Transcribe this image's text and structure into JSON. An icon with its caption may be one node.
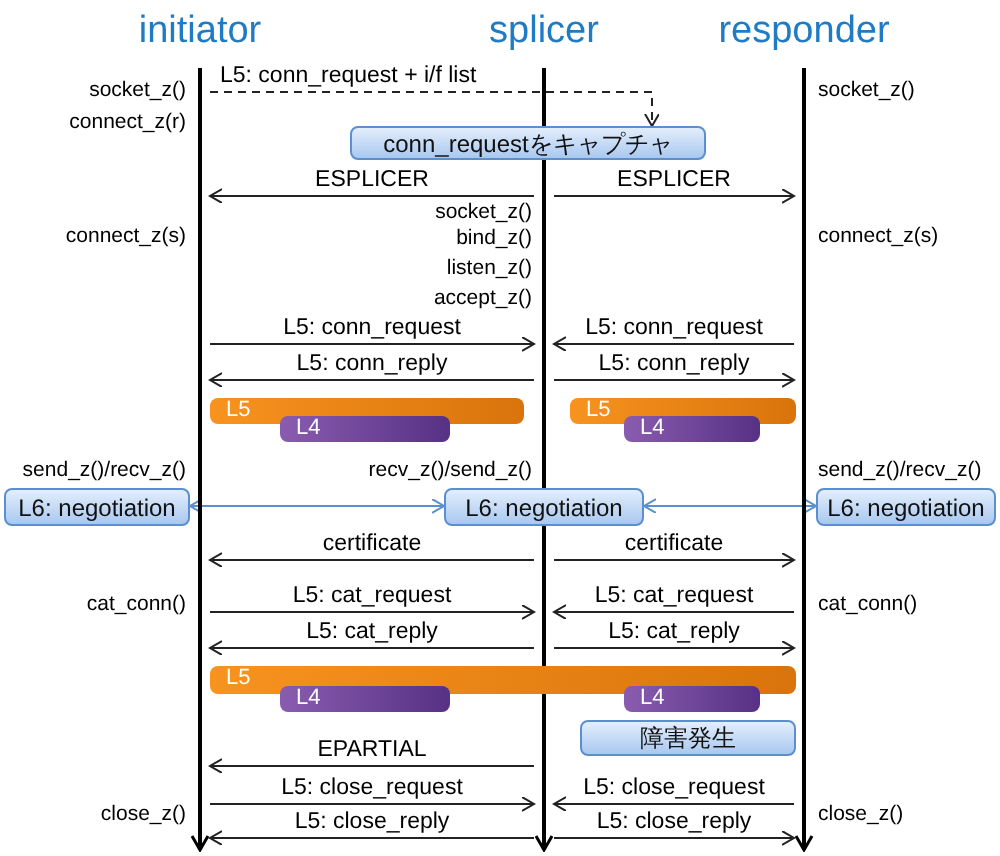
{
  "diagram": {
    "nodes": [
      {
        "text": [],
        "shape": "bar"
      },
      {
        "text": [],
        "shape": "bar"
      },
      {
        "text": [],
        "shape": "bar"
      },
      {
        "text": [
          "conn_requestをキャプチャ"
        ]
      },
      {
        "text": [
          "L5"
        ]
      },
      {
        "text": [
          "L4"
        ]
      },
      {
        "text": [
          "L5"
        ]
      },
      {
        "text": [
          "L4"
        ]
      },
      {
        "text": [
          "L6: negotiation"
        ]
      },
      {
        "text": [
          "L6: negotiation"
        ]
      },
      {
        "text": [
          "L6: negotiation"
        ]
      },
      {
        "text": [
          "L5"
        ]
      },
      {
        "text": [
          "L4"
        ]
      },
      {
        "text": [
          "L4"
        ]
      },
      {
        "text": [
          "障害発生"
        ]
      }
    ],
    "edges": [
      {
        "from": 0,
        "to": 3,
        "label": "L5: conn_request + i/f list",
        "arrow": "to",
        "style": "dashed"
      },
      {
        "from": 1,
        "to": 0,
        "label": "ESPLICER",
        "arrow": "to"
      },
      {
        "from": 1,
        "to": 2,
        "label": "ESPLICER",
        "arrow": "to"
      },
      {
        "from": 0,
        "to": 1,
        "label": "L5: conn_request",
        "arrow": "to"
      },
      {
        "from": 2,
        "to": 1,
        "label": "L5: conn_request",
        "arrow": "to"
      },
      {
        "from": 1,
        "to": 0,
        "label": "L5: conn_reply",
        "arrow": "to"
      },
      {
        "from": 1,
        "to": 2,
        "label": "L5: conn_reply",
        "arrow": "to"
      },
      {
        "from": 8,
        "to": 9,
        "arrow": "both",
        "color": "#5b8fd0"
      },
      {
        "from": 9,
        "to": 10,
        "arrow": "both",
        "color": "#5b8fd0"
      },
      {
        "from": 1,
        "to": 0,
        "label": "certificate",
        "arrow": "to"
      },
      {
        "from": 1,
        "to": 2,
        "label": "certificate",
        "arrow": "to"
      },
      {
        "from": 0,
        "to": 1,
        "label": "L5: cat_request",
        "arrow": "to"
      },
      {
        "from": 2,
        "to": 1,
        "label": "L5: cat_request",
        "arrow": "to"
      },
      {
        "from": 1,
        "to": 0,
        "label": "L5: cat_reply",
        "arrow": "to"
      },
      {
        "from": 1,
        "to": 2,
        "label": "L5: cat_reply",
        "arrow": "to"
      },
      {
        "from": 1,
        "to": 0,
        "label": "EPARTIAL",
        "arrow": "to"
      },
      {
        "from": 0,
        "to": 1,
        "label": "L5: close_request",
        "arrow": "to"
      },
      {
        "from": 2,
        "to": 1,
        "label": "L5: close_request",
        "arrow": "to"
      },
      {
        "from": 1,
        "to": 0,
        "label": "L5: close_reply",
        "arrow": "to"
      },
      {
        "from": 1,
        "to": 2,
        "label": "L5: close_reply",
        "arrow": "to"
      }
    ],
    "labels": [
      "initiator",
      "splicer",
      "responder",
      "socket_z()",
      "socket_z()",
      "connect_z(r)",
      "socket_z()",
      "connect_z(s)",
      "bind_z()",
      "connect_z(s)",
      "listen_z()",
      "accept_z()",
      "send_z()/recv_z()",
      "recv_z()/send_z()",
      "send_z()/recv_z()",
      "cat_conn()",
      "cat_conn()",
      "close_z()",
      "close_z()"
    ]
  }
}
